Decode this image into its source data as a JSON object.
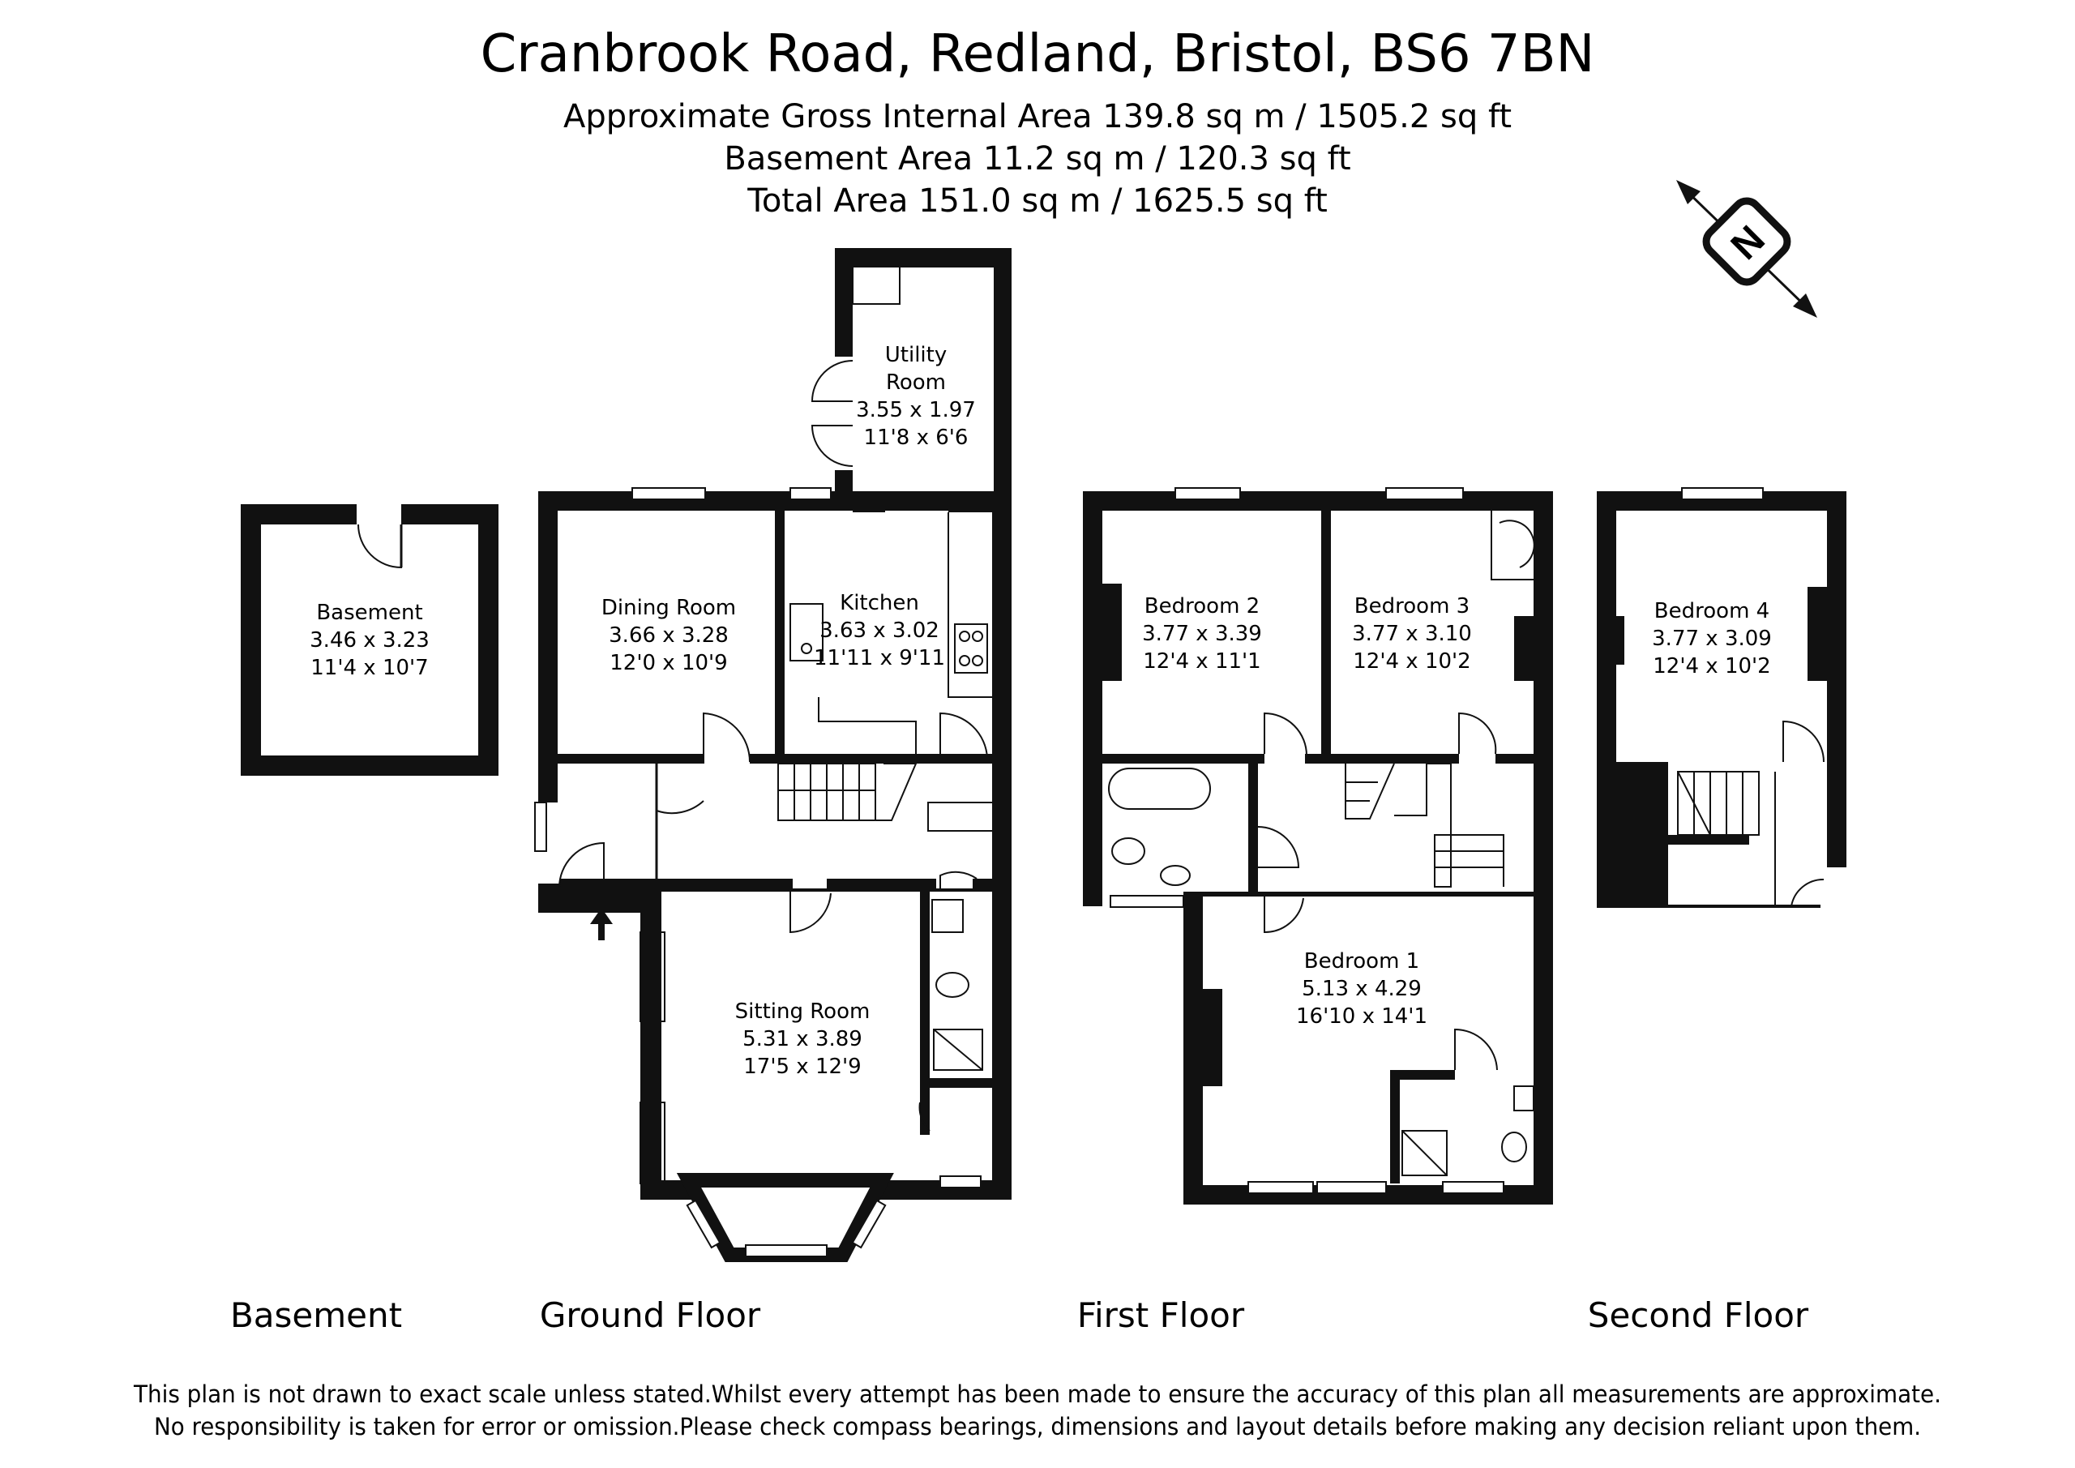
{
  "header": {
    "title": "Cranbrook Road, Redland, Bristol, BS6 7BN",
    "gross_internal": "Approximate Gross Internal Area 139.8 sq m / 1505.2 sq ft",
    "basement_area": "Basement Area 11.2 sq m / 120.3 sq ft",
    "total_area": "Total Area 151.0 sq m / 1625.5 sq ft"
  },
  "compass": {
    "label": "N",
    "icon": "north-compass-icon"
  },
  "rooms": {
    "basement": {
      "name": "Basement",
      "metric": "3.46 x 3.23",
      "imperial": "11'4 x 10'7"
    },
    "utility": {
      "name1": "Utility",
      "name2": "Room",
      "metric": "3.55 x 1.97",
      "imperial": "11'8 x 6'6"
    },
    "dining": {
      "name": "Dining Room",
      "metric": "3.66 x 3.28",
      "imperial": "12'0 x 10'9"
    },
    "kitchen": {
      "name": "Kitchen",
      "metric": "3.63 x 3.02",
      "imperial": "11'11 x 9'11"
    },
    "sitting": {
      "name": "Sitting Room",
      "metric": "5.31 x 3.89",
      "imperial": "17'5 x 12'9"
    },
    "bedroom2": {
      "name": "Bedroom 2",
      "metric": "3.77 x 3.39",
      "imperial": "12'4 x 11'1"
    },
    "bedroom3": {
      "name": "Bedroom 3",
      "metric": "3.77 x 3.10",
      "imperial": "12'4 x 10'2"
    },
    "bedroom1": {
      "name": "Bedroom 1",
      "metric": "5.13 x 4.29",
      "imperial": "16'10 x 14'1"
    },
    "bedroom4": {
      "name": "Bedroom 4",
      "metric": "3.77 x 3.09",
      "imperial": "12'4 x 10'2"
    }
  },
  "floors": {
    "basement": "Basement",
    "ground": "Ground Floor",
    "first": "First Floor",
    "second": "Second Floor"
  },
  "footer": {
    "line1": "This plan is not drawn to exact scale unless stated.Whilst every attempt has been made to ensure the accuracy of this plan all measurements are approximate.",
    "line2": "No responsibility is taken for error or omission.Please check compass bearings, dimensions and layout details before making any decision reliant upon them."
  },
  "colors": {
    "ink": "#111111",
    "paper": "#ffffff"
  }
}
